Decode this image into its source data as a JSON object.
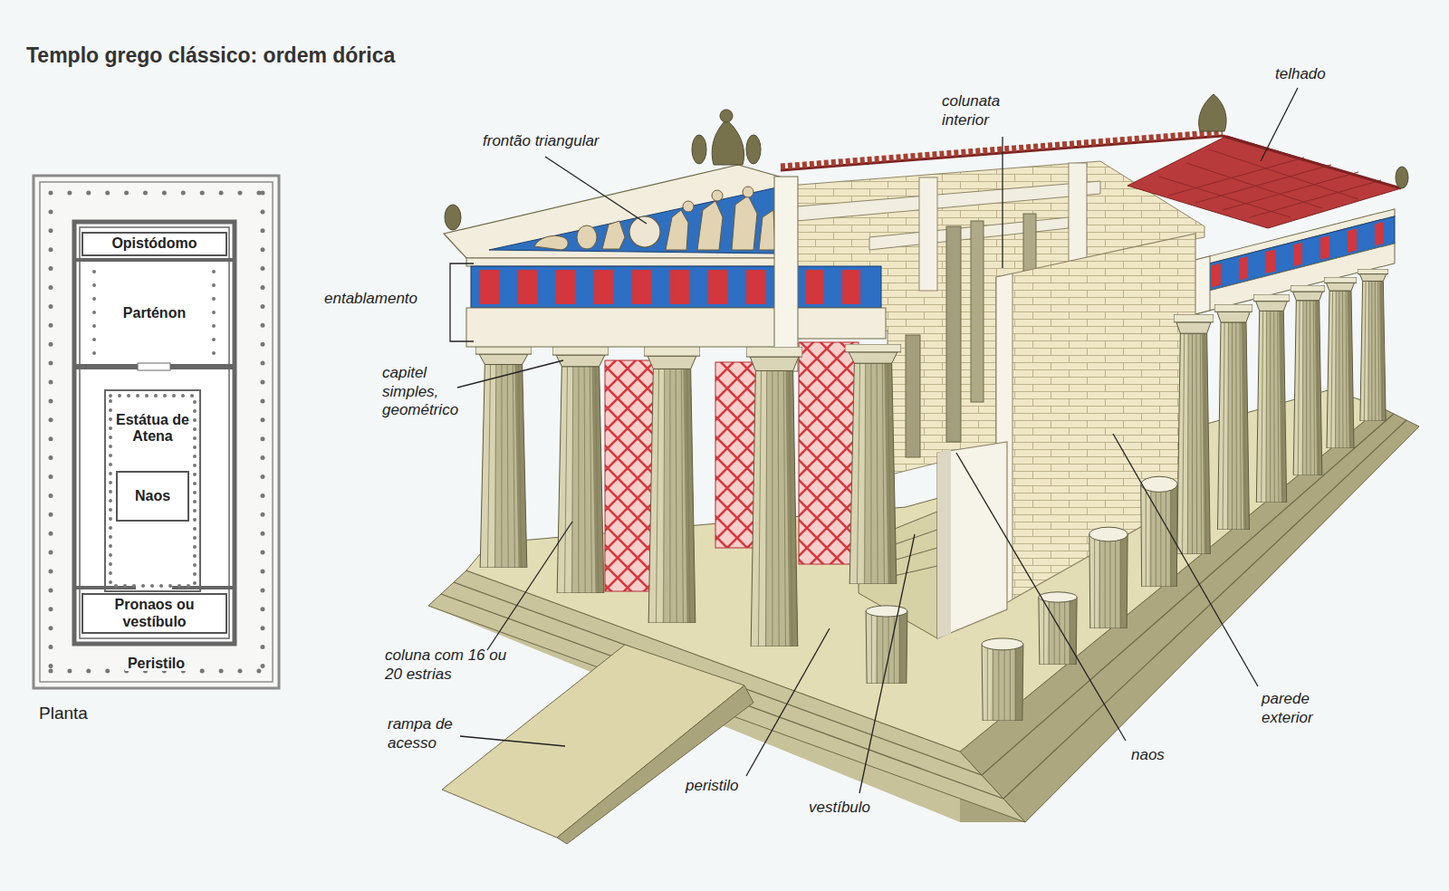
{
  "diagram": {
    "title": "Templo grego clássico: ordem dórica",
    "nodes": [
      {
        "text": [
          "Peristilo"
        ]
      },
      {
        "text": [
          "Opistódomo"
        ],
        "in": 0
      },
      {
        "text": [
          "Parténon"
        ],
        "in": 0
      },
      {
        "text": [
          "Estátua de Atena"
        ],
        "in": 0
      },
      {
        "text": [
          "Naos"
        ],
        "in": 3
      },
      {
        "text": [
          "Pronaos ou vestíbulo"
        ],
        "in": 0
      }
    ],
    "labels": [
      "frontão triangular",
      "colunata interior",
      "telhado",
      "entablamento",
      "capitel simples, geométrico",
      "coluna com 16 ou 20 estrias",
      "rampa de acesso",
      "peristilo",
      "vestíbulo",
      "naos",
      "parede exterior",
      "Planta"
    ]
  }
}
